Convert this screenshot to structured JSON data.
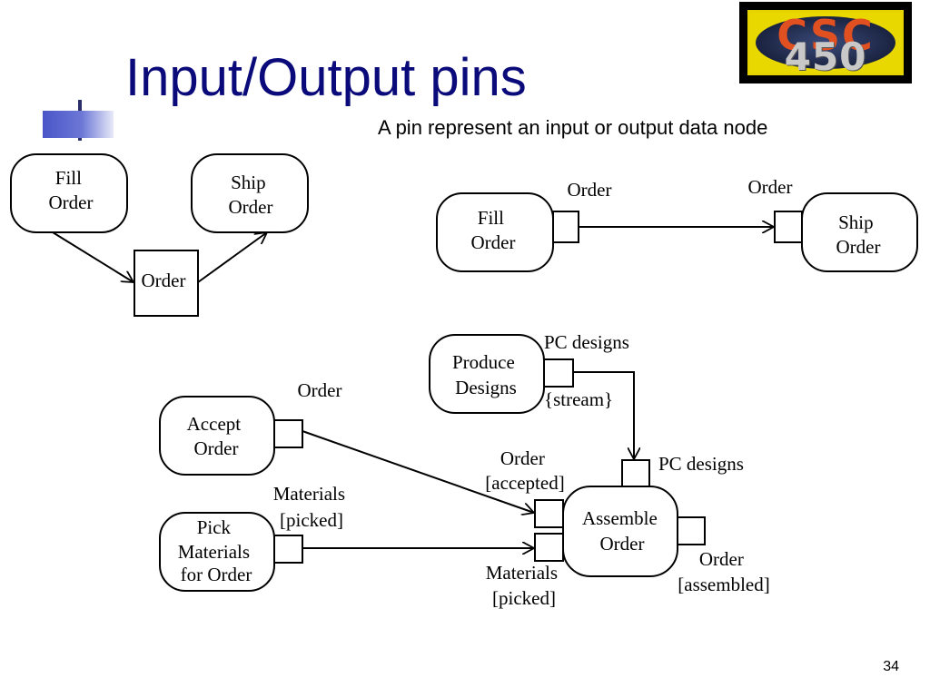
{
  "slide": {
    "title": "Input/Output pins",
    "subtitle": "A pin represent an input or output data node",
    "page_number": "34"
  },
  "logo": {
    "text_top": "CSC",
    "text_bottom": "450",
    "colors": {
      "frame": "#e8d800",
      "oval": "#1a2340",
      "csc": "#e05020",
      "number": "#c8c8c8"
    }
  },
  "colors": {
    "title": "#0a0a7a",
    "accent_bar": "#4a56c8"
  },
  "diagram": {
    "top_left": {
      "fill_order": [
        "Fill",
        "Order"
      ],
      "ship_order": [
        "Ship",
        "Order"
      ],
      "object_node": "Order"
    },
    "top_right": {
      "fill_order": [
        "Fill",
        "Order"
      ],
      "ship_order": [
        "Ship",
        "Order"
      ],
      "output_pin_label": "Order",
      "input_pin_label": "Order"
    },
    "bottom": {
      "produce_designs": [
        "Produce",
        "Designs"
      ],
      "accept_order": [
        "Accept",
        "Order"
      ],
      "pick_materials": [
        "Pick",
        "Materials",
        "for Order"
      ],
      "assemble_order": [
        "Assemble",
        "Order"
      ],
      "pc_designs_out": "PC designs",
      "stream": "{stream}",
      "pc_designs_in": "PC designs",
      "order_out": "Order",
      "order_accepted": [
        "Order",
        "[accepted]"
      ],
      "materials_out": [
        "Materials",
        "[picked]"
      ],
      "materials_in": [
        "Materials",
        "[picked]"
      ],
      "order_assembled": [
        "Order",
        "[assembled]"
      ]
    }
  }
}
